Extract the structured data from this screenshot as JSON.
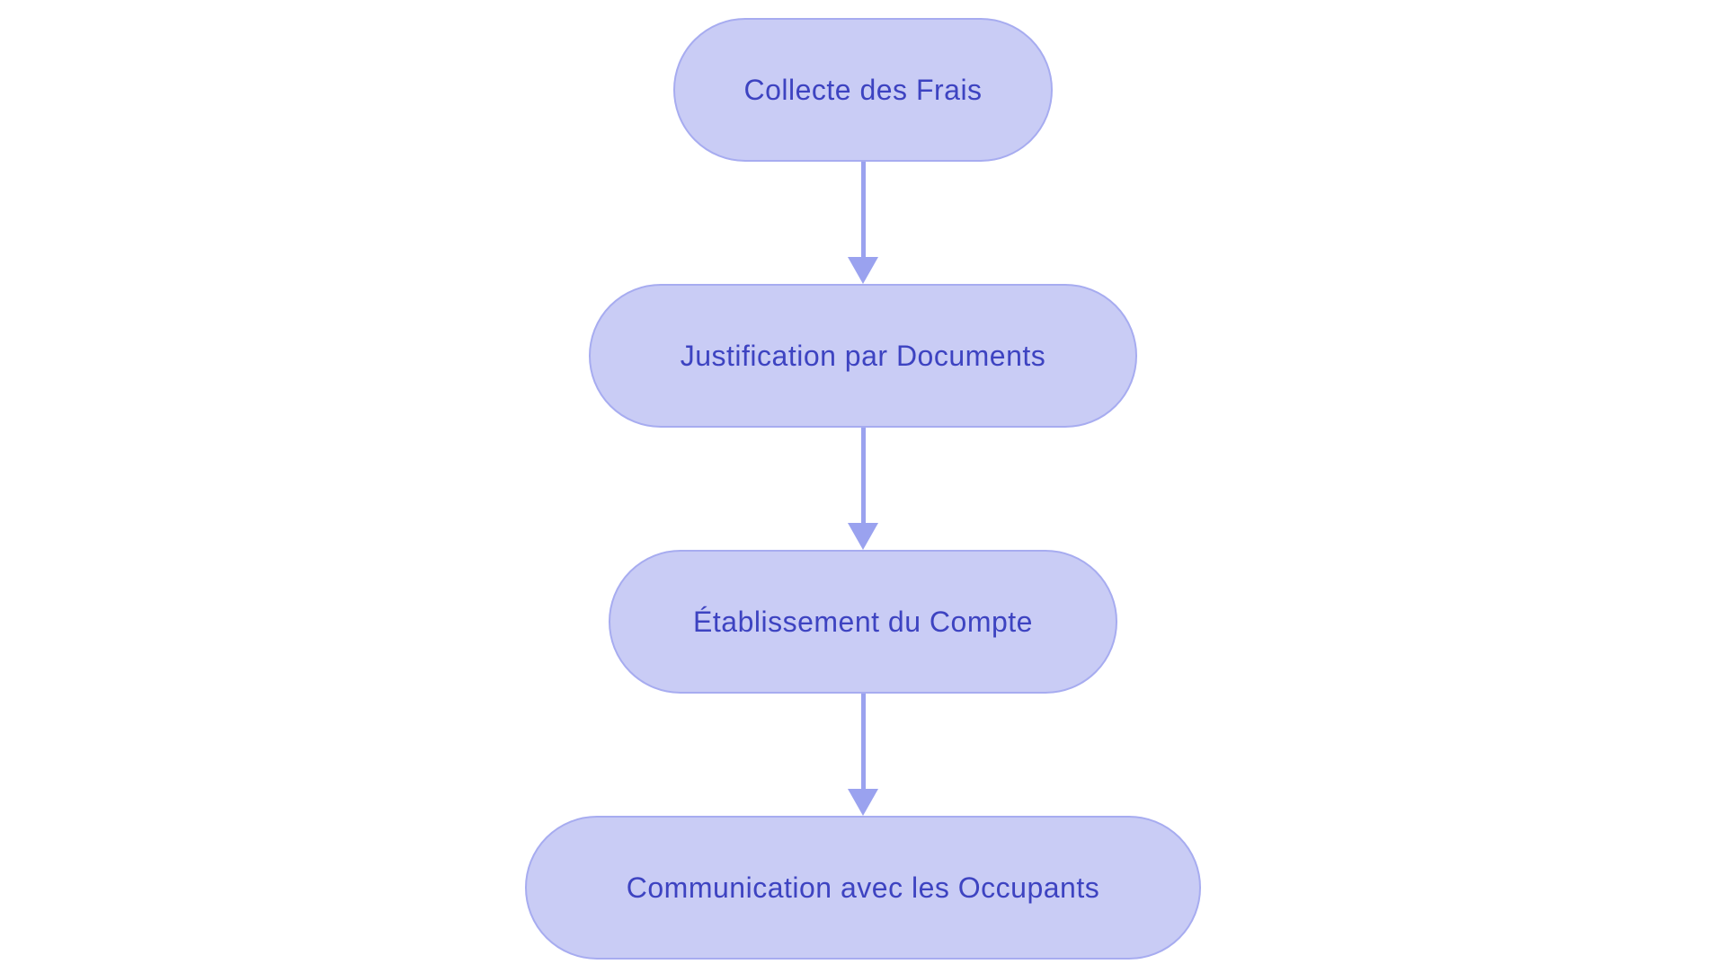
{
  "diagram": {
    "type": "flowchart",
    "direction": "top-down",
    "background": "#ffffff",
    "nodes": [
      {
        "id": "n1",
        "label": "Collecte des Frais"
      },
      {
        "id": "n2",
        "label": "Justification par Documents"
      },
      {
        "id": "n3",
        "label": "Établissement du Compte"
      },
      {
        "id": "n4",
        "label": "Communication avec les Occupants"
      }
    ],
    "edges": [
      {
        "from": "n1",
        "to": "n2",
        "style": "arrow-down"
      },
      {
        "from": "n2",
        "to": "n3",
        "style": "arrow-down"
      },
      {
        "from": "n3",
        "to": "n4",
        "style": "arrow-down"
      }
    ],
    "colors": {
      "node_fill": "#c9ccf5",
      "node_border": "#a7acf0",
      "node_text": "#3d43c1",
      "arrow": "#9aa2ef",
      "bg": "#ffffff"
    }
  }
}
